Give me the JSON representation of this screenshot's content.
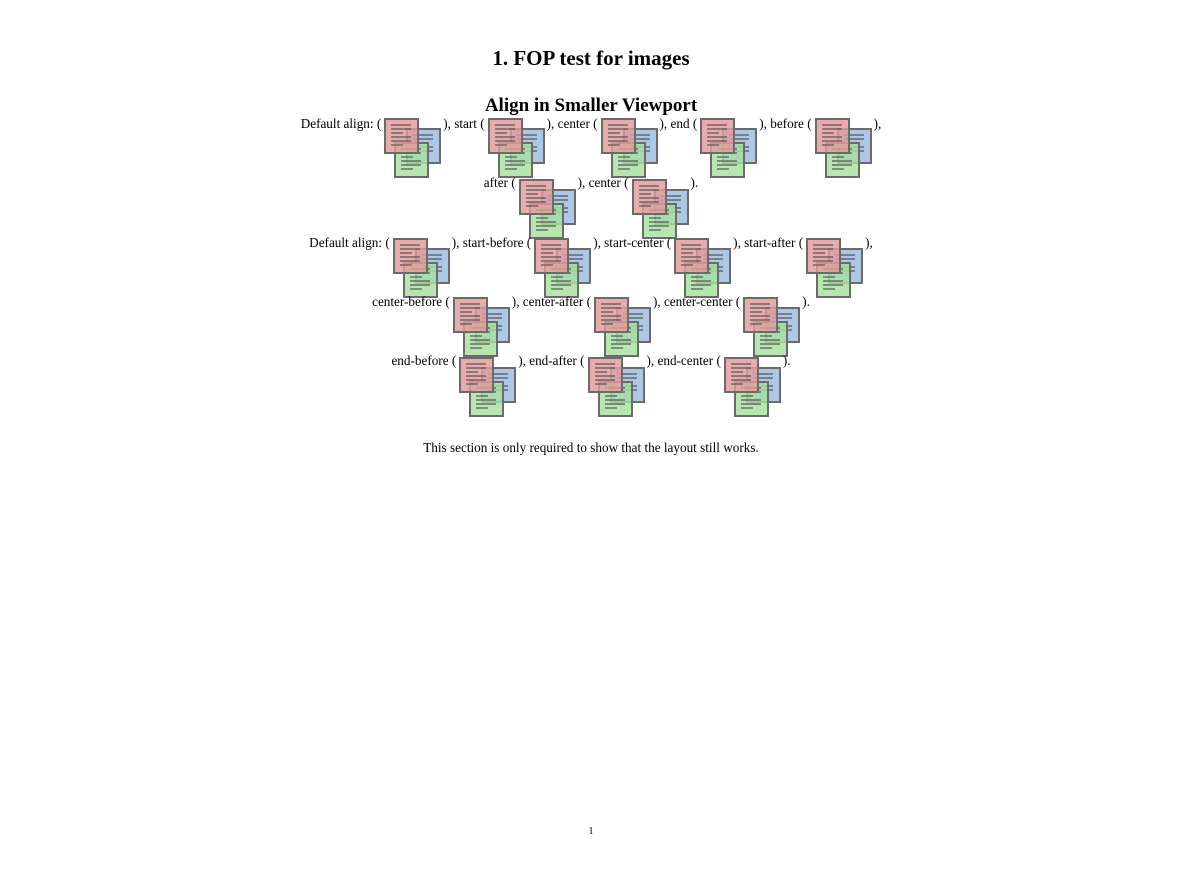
{
  "heading": "1. FOP test for images",
  "subheading": "Align in Smaller Viewport",
  "note": "This section is only required to show that the layout still works.",
  "page_number": "1",
  "image_icon": "overlapping-documents-icon",
  "image_colors": {
    "red": "#e39a9a",
    "blue": "#9bbbe0",
    "green": "#a8e0a0",
    "border": "#6b6b6b",
    "lines": "#555555"
  },
  "lines": [
    {
      "segments": [
        "Default align: (",
        "), start (",
        "), center (",
        "), end (",
        "), before (",
        "),"
      ]
    },
    {
      "segments": [
        "after (",
        "), center (",
        ")."
      ]
    },
    {
      "segments": [
        "Default align: (",
        "), start-before (",
        "), start-center (",
        "), start-after (",
        "),"
      ]
    },
    {
      "segments": [
        "center-before (",
        "), center-after (",
        "), center-center (",
        ")."
      ]
    },
    {
      "segments": [
        "end-before (",
        "), end-after (",
        "), end-center (",
        ")."
      ]
    }
  ]
}
